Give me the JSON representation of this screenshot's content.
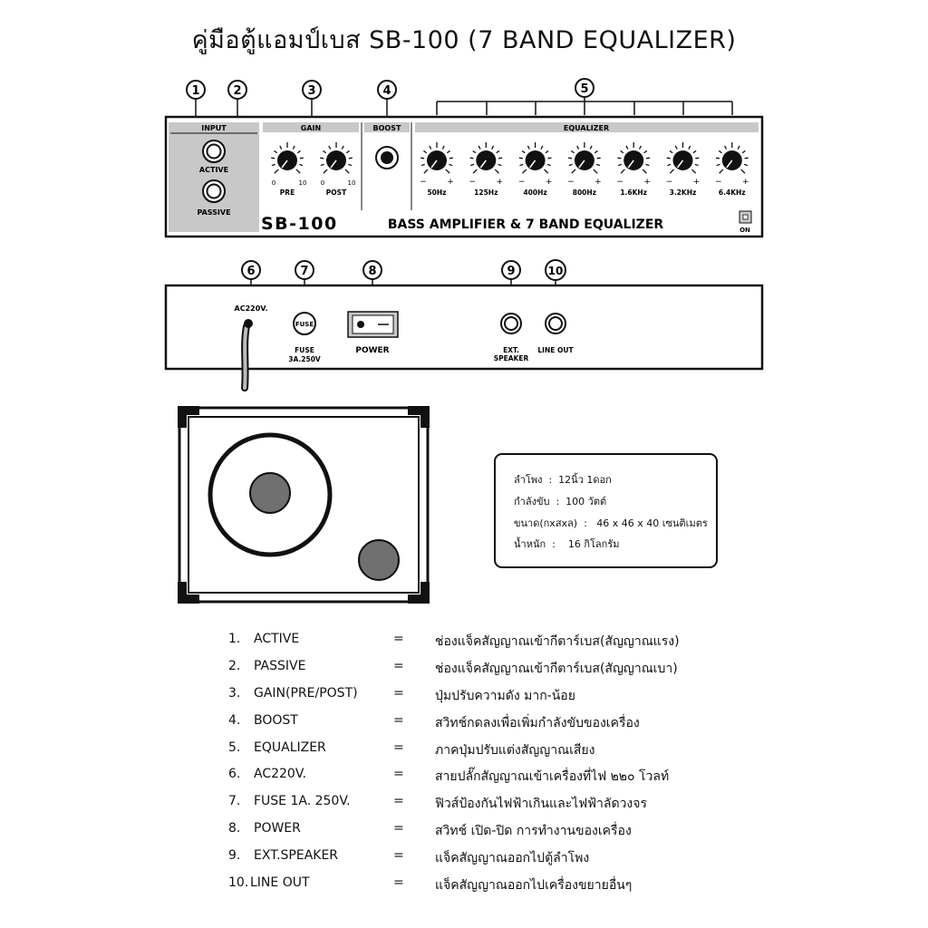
{
  "title": "คู่มือตู้แอมป์เบส SB-100  (7 BAND EQUALIZER)",
  "callouts": [
    "1",
    "2",
    "3",
    "4",
    "5",
    "6",
    "7",
    "8",
    "9",
    "10"
  ],
  "front_panel": {
    "input_label": "INPUT",
    "active_label": "ACTIVE",
    "passive_label": "PASSIVE",
    "gain_label": "GAIN",
    "boost_label": "BOOST",
    "equalizer_label": "EQUALIZER",
    "pre_label": "PRE",
    "post_label": "POST",
    "scale_min": "0",
    "scale_max": "10",
    "minus": "−",
    "plus": "+",
    "bands": [
      "50Hz",
      "125Hz",
      "400Hz",
      "800Hz",
      "1.6KHz",
      "3.2KHz",
      "6.4KHz"
    ],
    "model_logo": "SB-100",
    "model_text": "BASS  AMPLIFIER  &  7 BAND EQUALIZER",
    "on_label": "ON"
  },
  "rear_panel": {
    "ac_label": "AC220V.",
    "fuse_icon_text": "FUSE",
    "fuse_label_1": "FUSE",
    "fuse_label_2": "3A.250V",
    "power_label": "POWER",
    "ext_label_1": "EXT.",
    "ext_label_2": "SPEAKER",
    "lineout_label": "LINE OUT"
  },
  "specs": [
    {
      "label": "ลำโพง",
      "sep": ":",
      "value": "12นิ้ว  1ดอก"
    },
    {
      "label": "กำลังขับ",
      "sep": ":",
      "value": "100 วัตต์"
    },
    {
      "label": "ขนาด(กxสxล)",
      "sep": ":",
      "value": "46 x 46 x 40  เซนติเมตร"
    },
    {
      "label": "น้ำหนัก",
      "sep": ":",
      "value": "16  กิโลกรัม"
    }
  ],
  "legend": [
    {
      "num": "1.",
      "name": "ACTIVE",
      "eq": "=",
      "desc": "ช่องแจ็คสัญญาณเข้ากีตาร์เบส(สัญญาณแรง)"
    },
    {
      "num": "2.",
      "name": "PASSIVE",
      "eq": "=",
      "desc": "ช่องแจ็คสัญญาณเข้ากีตาร์เบส(สัญญาณเบา)"
    },
    {
      "num": "3.",
      "name": "GAIN(PRE/POST)",
      "eq": "=",
      "desc": "ปุ่มปรับความดัง มาก-น้อย"
    },
    {
      "num": "4.",
      "name": "BOOST",
      "eq": "=",
      "desc": "สวิทช์กดลงเพื่อเพิ่มกำลังขับของเครื่อง"
    },
    {
      "num": "5.",
      "name": "EQUALIZER",
      "eq": "=",
      "desc": "ภาคปุ่มปรับแต่งสัญญาณเสียง"
    },
    {
      "num": "6.",
      "name": "AC220V.",
      "eq": "=",
      "desc": "สายปลั๊กสัญญาณเข้าเครื่องที่ไฟ ๒๒๐ โวลท์"
    },
    {
      "num": "7.",
      "name": "FUSE 1A. 250V.",
      "eq": "=",
      "desc": "ฟิวส์ป้องกันไฟฟ้าเกินและไฟฟ้าลัดวงจร"
    },
    {
      "num": "8.",
      "name": "POWER",
      "eq": "=",
      "desc": "สวิทช์  เปิด-ปิด การทำงานของเครื่อง"
    },
    {
      "num": "9.",
      "name": "EXT.SPEAKER",
      "eq": "=",
      "desc": "แจ็คสัญญาณออกไปตู้ลำโพง"
    },
    {
      "num": "10.",
      "name": "LINE OUT",
      "eq": "=",
      "desc": "แจ็คสัญญาณออกไปเครื่องขยายอื่นๆ"
    }
  ],
  "colors": {
    "panel_gray": "#c8c8c8",
    "line": "#111111",
    "speaker_gray": "#707070"
  }
}
